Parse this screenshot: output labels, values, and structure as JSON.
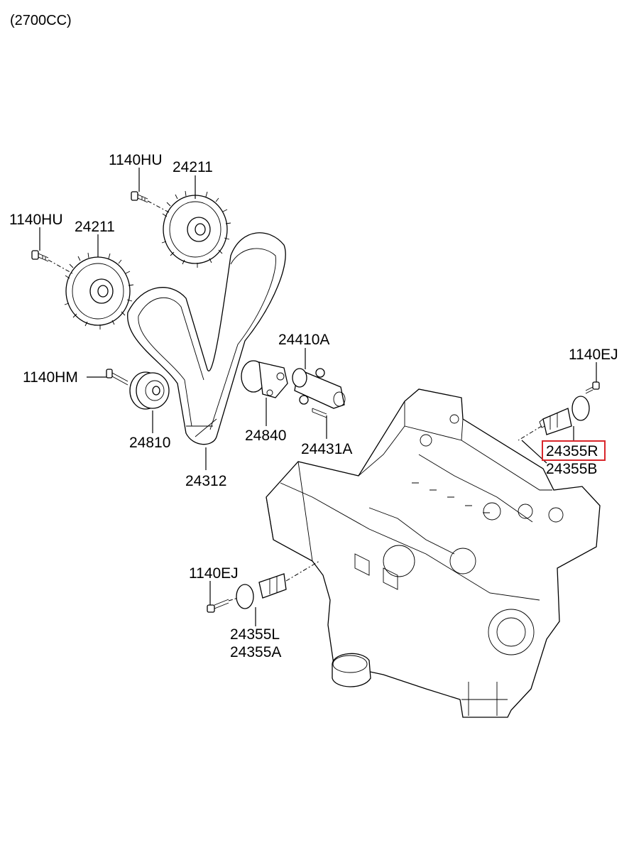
{
  "header": {
    "engine": "(2700CC)"
  },
  "labels": {
    "l_1140hu_a": "1140HU",
    "l_24211_a": "24211",
    "l_1140hu_b": "1140HU",
    "l_24211_b": "24211",
    "l_24410a": "24410A",
    "l_1140hm": "1140HM",
    "l_24810": "24810",
    "l_24840": "24840",
    "l_24431a": "24431A",
    "l_24312": "24312",
    "l_1140ej_r": "1140EJ",
    "l_24355r": "24355R",
    "l_24355b": "24355B",
    "l_1140ej_l": "1140EJ",
    "l_24355l": "24355L",
    "l_24355a": "24355A"
  },
  "highlight": {
    "part": "24355R",
    "color": "#d9262b"
  }
}
